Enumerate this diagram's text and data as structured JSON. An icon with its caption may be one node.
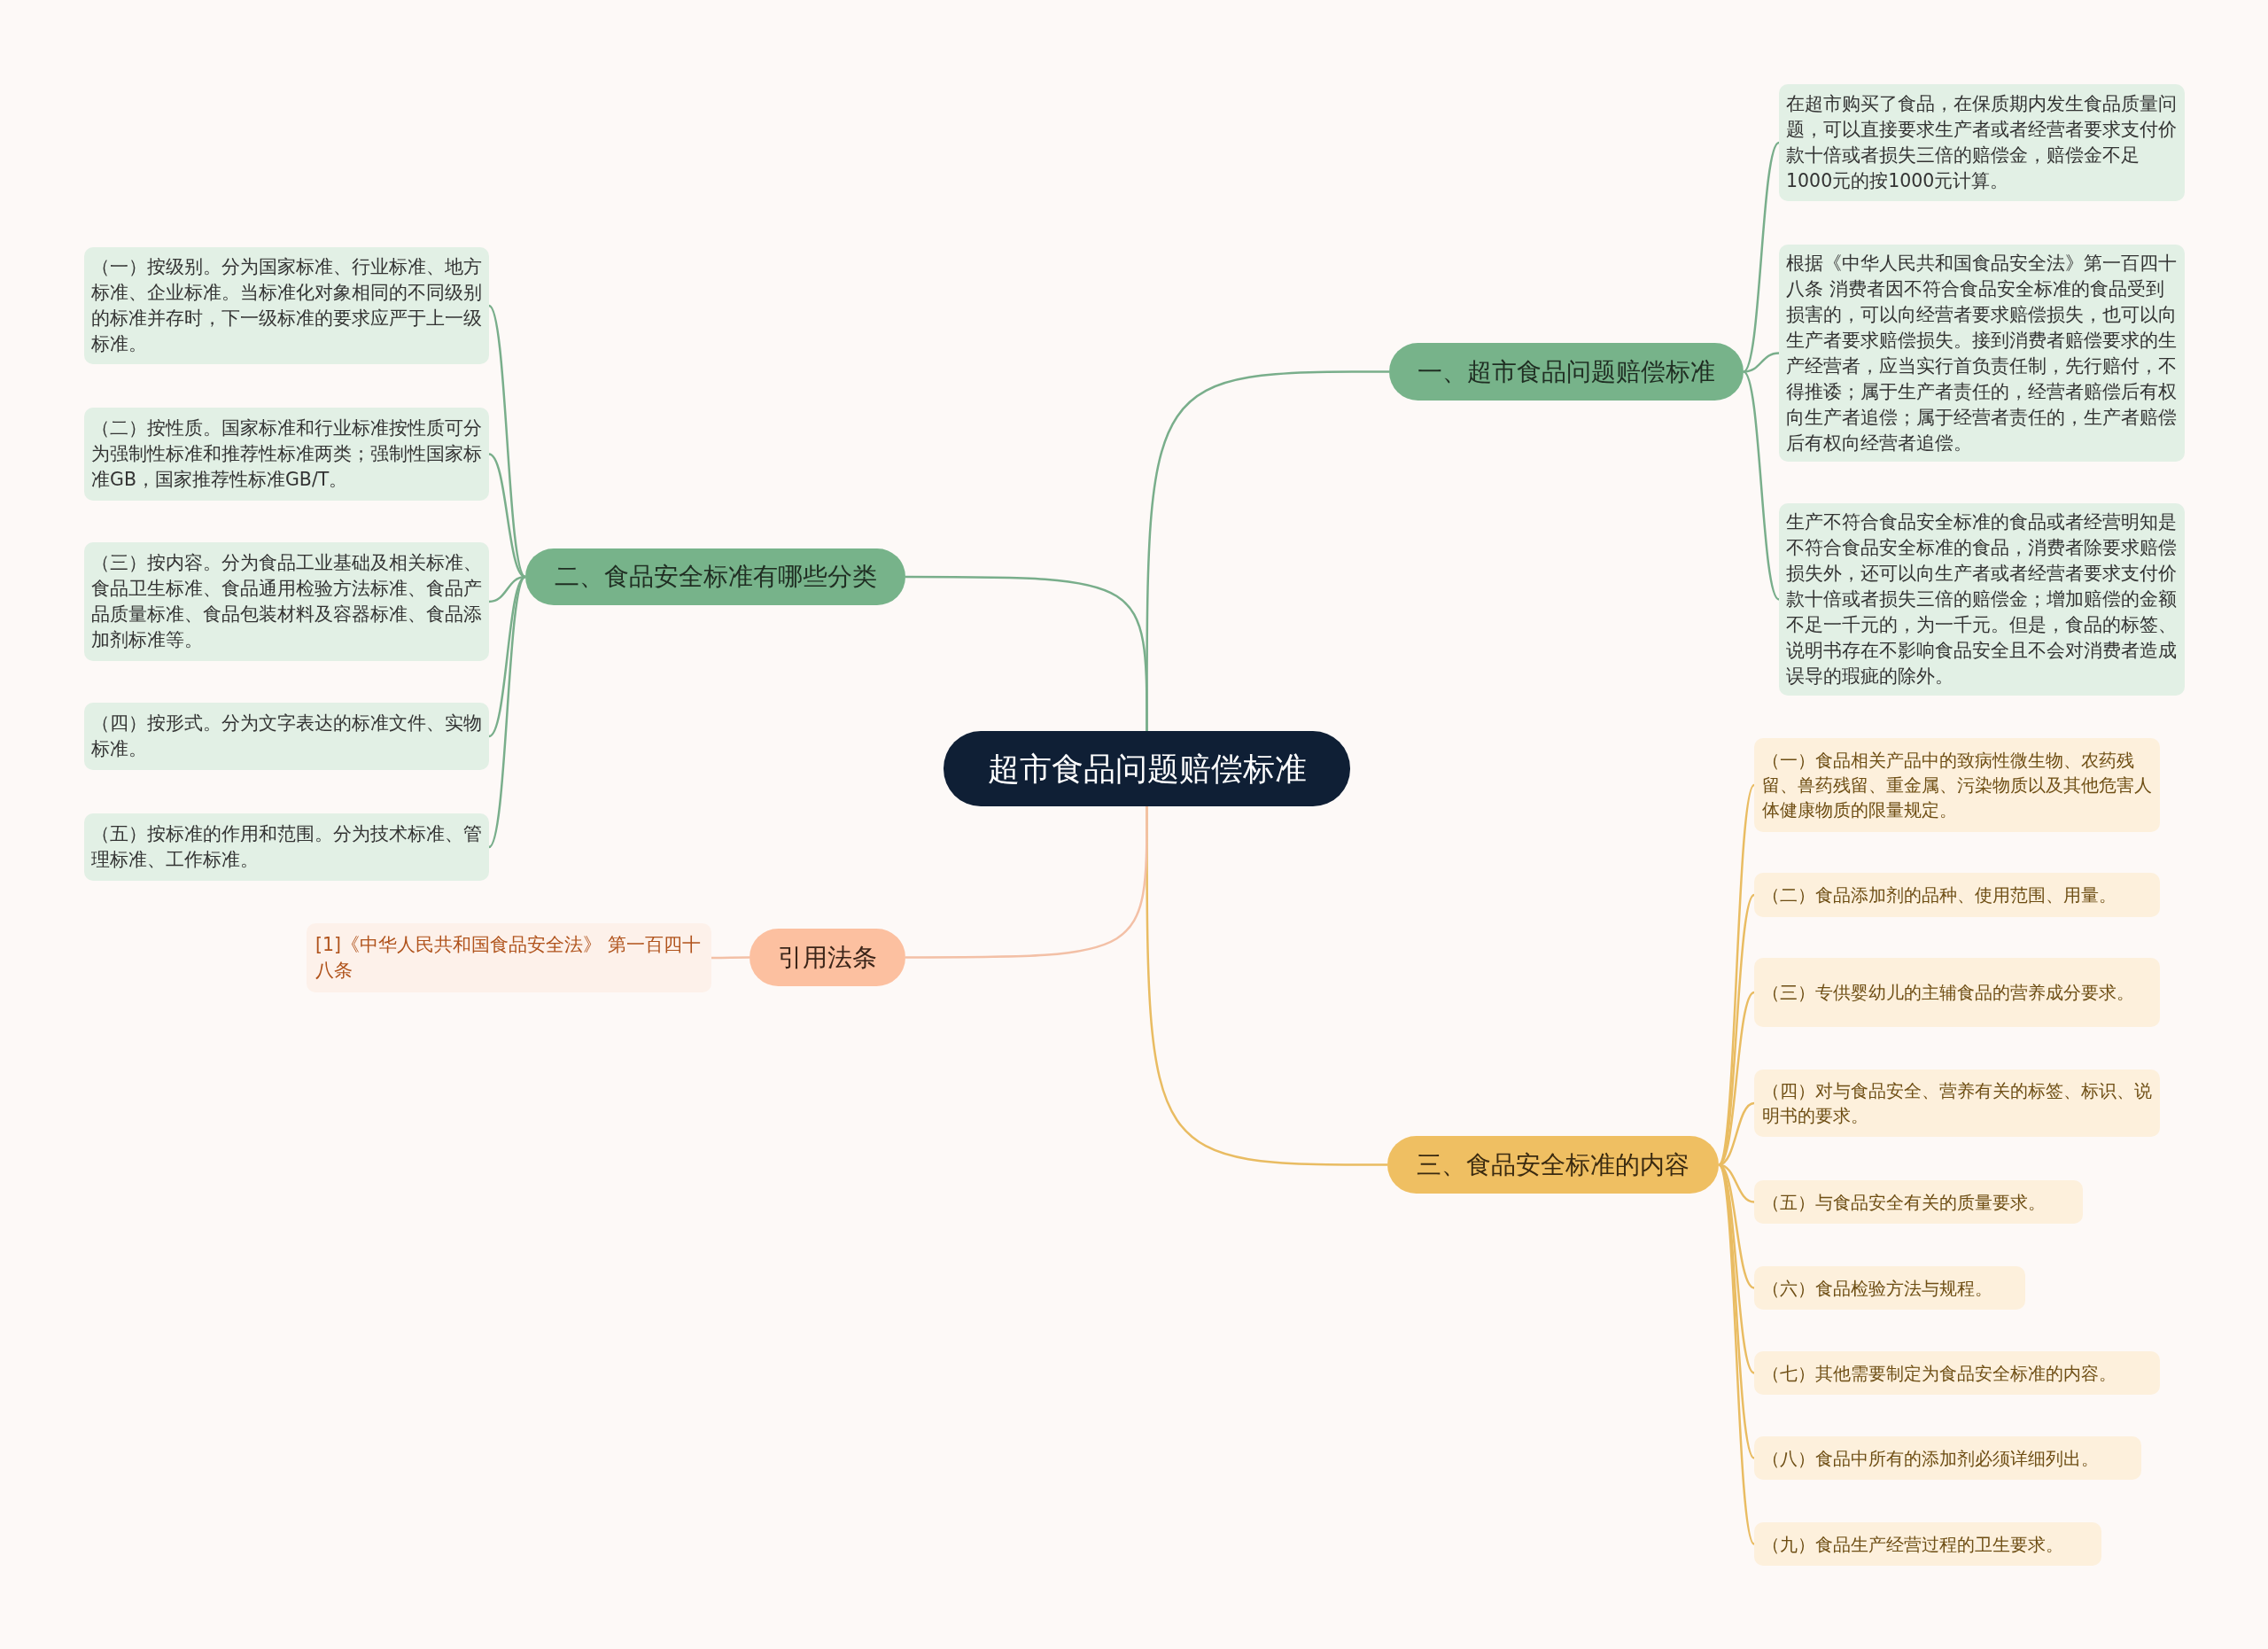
{
  "diagram": {
    "nodes": [
      {
        "text": [
          "超市食品问题赔偿标准"
        ]
      },
      {
        "text": [
          "一、超市食品问题赔偿标准"
        ]
      },
      {
        "text": [
          "在超市购买了食品，在保质期内发生食品质量问题，可以直接要求生产者或者经营者要求支付价款十倍或者损失三倍的赔偿金，赔偿金不足1000元的按1000元计算。"
        ]
      },
      {
        "text": [
          "根据《中华人民共和国食品安全法》第一百四十八条 消费者因不符合食品安全标准的食品受到损害的，可以向经营者要求赔偿损失，也可以向生产者要求赔偿损失。接到消费者赔偿要求的生产经营者，应当实行首负责任制，先行赔付，不得推诿；属于生产者责任的，经营者赔偿后有权向生产者追偿；属于经营者责任的，生产者赔偿后有权向经营者追偿。"
        ]
      },
      {
        "text": [
          "生产不符合食品安全标准的食品或者经营明知是不符合食品安全标准的食品，消费者除要求赔偿损失外，还可以向生产者或者经营者要求支付价款十倍或者损失三倍的赔偿金；增加赔偿的金额不足一千元的，为一千元。但是，食品的标签、说明书存在不影响食品安全且不会对消费者造成误导的瑕疵的除外。"
        ]
      },
      {
        "text": [
          "二、食品安全标准有哪些分类"
        ]
      },
      {
        "text": [
          "（一）按级别。分为国家标准、行业标准、地方标准、企业标准。当标准化对象相同的不同级别的标准并存时，下一级标准的要求应严于上一级标准。"
        ]
      },
      {
        "text": [
          "（二）按性质。国家标准和行业标准按性质可分为强制性标准和推荐性标准两类；强制性国家标准GB，国家推荐性标准GB/T。"
        ]
      },
      {
        "text": [
          "（三）按内容。分为食品工业基础及相关标准、食品卫生标准、食品通用检验方法标准、食品产品质量标准、食品包装材料及容器标准、食品添加剂标准等。"
        ]
      },
      {
        "text": [
          "（四）按形式。分为文字表达的标准文件、实物标准。"
        ]
      },
      {
        "text": [
          "（五）按标准的作用和范围。分为技术标准、管理标准、工作标准。"
        ]
      },
      {
        "text": [
          "三、食品安全标准的内容"
        ]
      },
      {
        "text": [
          "（一）食品相关产品中的致病性微生物、农药残留、兽药残留、重金属、污染物质以及其他危害人体健康物质的限量规定。"
        ]
      },
      {
        "text": [
          "（二）食品添加剂的品种、使用范围、用量。"
        ]
      },
      {
        "text": [
          "（三）专供婴幼儿的主辅食品的营养成分要求。"
        ]
      },
      {
        "text": [
          "（四）对与食品安全、营养有关的标签、标识、说明书的要求。"
        ]
      },
      {
        "text": [
          "（五）与食品安全有关的质量要求。"
        ]
      },
      {
        "text": [
          "（六）食品检验方法与规程。"
        ]
      },
      {
        "text": [
          "（七）其他需要制定为食品安全标准的内容。"
        ]
      },
      {
        "text": [
          "（八）食品中所有的添加剂必须详细列出。"
        ]
      },
      {
        "text": [
          "（九）食品生产经营过程的卫生要求。"
        ]
      },
      {
        "text": [
          "引用法条"
        ]
      },
      {
        "text": [
          "[1]《中华人民共和国食品安全法》 第一百四十八条"
        ]
      }
    ],
    "edges": [
      {
        "from": 0,
        "to": 1,
        "arrow": "none"
      },
      {
        "from": 1,
        "to": 2,
        "arrow": "none"
      },
      {
        "from": 1,
        "to": 3,
        "arrow": "none"
      },
      {
        "from": 1,
        "to": 4,
        "arrow": "none"
      },
      {
        "from": 0,
        "to": 5,
        "arrow": "none"
      },
      {
        "from": 5,
        "to": 6,
        "arrow": "none"
      },
      {
        "from": 5,
        "to": 7,
        "arrow": "none"
      },
      {
        "from": 5,
        "to": 8,
        "arrow": "none"
      },
      {
        "from": 5,
        "to": 9,
        "arrow": "none"
      },
      {
        "from": 5,
        "to": 10,
        "arrow": "none"
      },
      {
        "from": 0,
        "to": 11,
        "arrow": "none",
        "color": "#e9bc62"
      },
      {
        "from": 11,
        "to": 12,
        "arrow": "none",
        "color": "#e9bc62"
      },
      {
        "from": 11,
        "to": 13,
        "arrow": "none",
        "color": "#e9bc62"
      },
      {
        "from": 11,
        "to": 14,
        "arrow": "none",
        "color": "#e9bc62"
      },
      {
        "from": 11,
        "to": 15,
        "arrow": "none",
        "color": "#e9bc62"
      },
      {
        "from": 11,
        "to": 16,
        "arrow": "none",
        "color": "#e9bc62"
      },
      {
        "from": 11,
        "to": 17,
        "arrow": "none",
        "color": "#e9bc62"
      },
      {
        "from": 11,
        "to": 18,
        "arrow": "none",
        "color": "#e9bc62"
      },
      {
        "from": 11,
        "to": 19,
        "arrow": "none",
        "color": "#e9bc62"
      },
      {
        "from": 11,
        "to": 20,
        "arrow": "none",
        "color": "#e9bc62"
      },
      {
        "from": 0,
        "to": 21,
        "arrow": "none",
        "color": "#f3c0a6"
      },
      {
        "from": 21,
        "to": 22,
        "arrow": "none",
        "color": "#f3c0a6"
      }
    ]
  }
}
